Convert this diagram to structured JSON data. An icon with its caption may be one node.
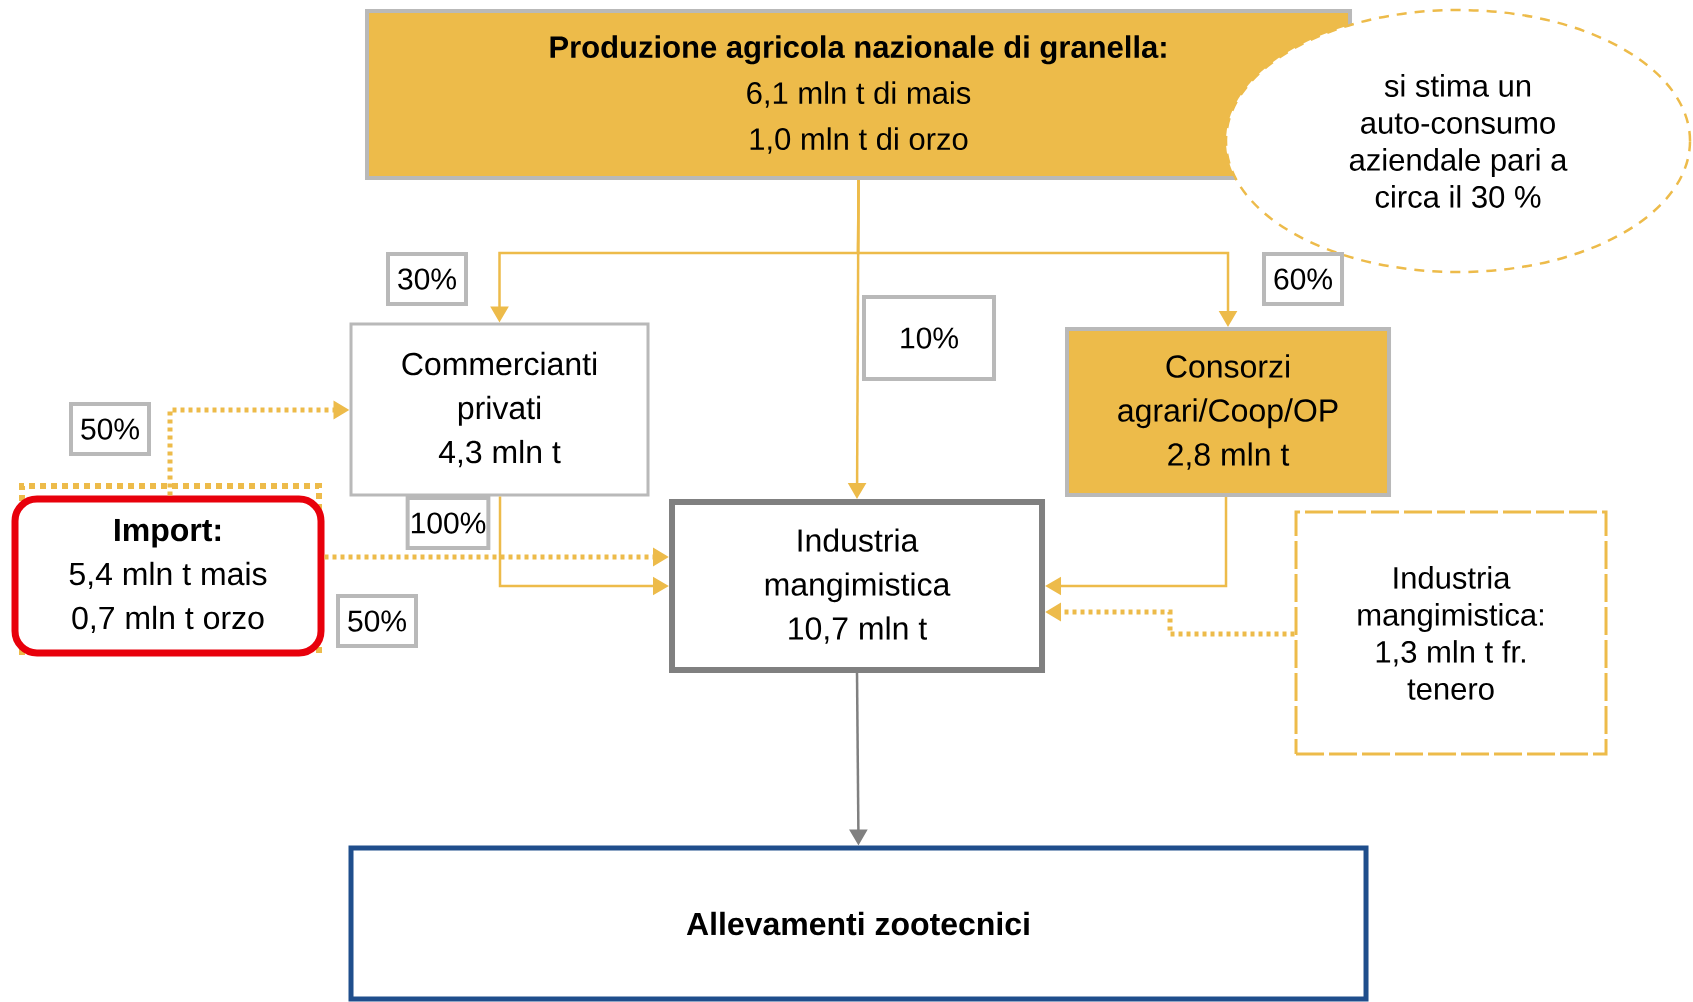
{
  "diagram": {
    "nodes": [
      {
        "text": [
          "Produzione agricola nazionale di granella:",
          "6,1 mln t di mais",
          "1,0 mln t di orzo"
        ]
      },
      {
        "text": [
          "si stima un auto-consumo aziendale pari a circa il 30 %"
        ]
      },
      {
        "text": [
          "Commercianti privati",
          "4,3 mln t"
        ]
      },
      {
        "text": [
          "Consorzi agrari/Coop/OP",
          "2,8 mln t"
        ]
      },
      {
        "text": [
          "Import:",
          "5,4 mln t  mais",
          "0,7 mln t orzo"
        ]
      },
      {
        "text": [
          "Industria mangimistica",
          "10,7 mln t"
        ]
      },
      {
        "text": [
          "Industria mangimistica: 1,3 mln t fr. tenero"
        ]
      },
      {
        "text": [
          "Allevamenti zootecnici"
        ]
      }
    ],
    "edges": [
      {
        "from": 0,
        "to": 2,
        "arrow": "to",
        "label": "30%"
      },
      {
        "from": 0,
        "to": 5,
        "arrow": "to",
        "label": "10%"
      },
      {
        "from": 0,
        "to": 3,
        "arrow": "to",
        "label": "60%"
      },
      {
        "from": 4,
        "to": 2,
        "arrow": "to",
        "label": "50%",
        "style": "dashed"
      },
      {
        "from": 4,
        "to": 5,
        "arrow": "to",
        "label": "50%",
        "style": "dashed"
      },
      {
        "from": 2,
        "to": 5,
        "arrow": "to",
        "label": "100%"
      },
      {
        "from": 3,
        "to": 5,
        "arrow": "to"
      },
      {
        "from": 6,
        "to": 5,
        "arrow": "to",
        "style": "dashed"
      },
      {
        "from": 5,
        "to": 7,
        "arrow": "to",
        "color": "#808080"
      }
    ]
  }
}
